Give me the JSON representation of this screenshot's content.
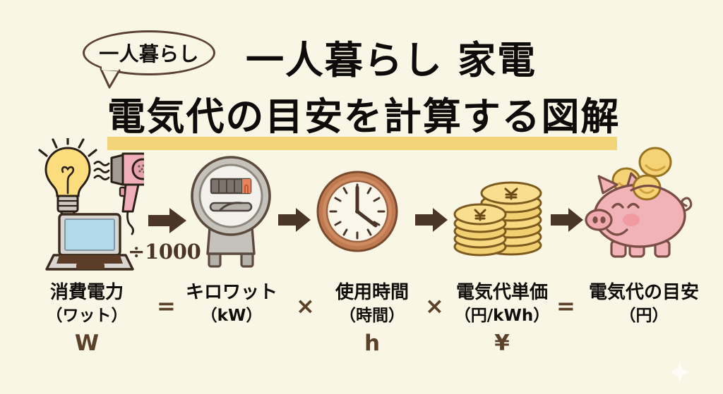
{
  "meta": {
    "background_color": "#faf6e6",
    "ink_color": "#100e0b",
    "accent_brown": "#5b4128",
    "arrow_color": "#4b3526",
    "highlight_color": "#f2d479"
  },
  "title": {
    "badge": "一人暮らし",
    "line1": "一人暮らし 家電",
    "line2": "電気代の目安を計算する図解"
  },
  "flow": {
    "divide_label": "÷1000",
    "icons": [
      {
        "name": "appliances-group",
        "label": "電球・ドライヤー・ノートパソコン"
      },
      {
        "name": "electricity-meter",
        "label": "電力メーター"
      },
      {
        "name": "wall-clock",
        "label": "時計"
      },
      {
        "name": "coin-stacks",
        "label": "コイン"
      },
      {
        "name": "piggy-bank",
        "label": "貯金箱"
      }
    ]
  },
  "formula": {
    "terms": [
      {
        "main": "消費電力",
        "sub": "（ワット）",
        "unit": "W"
      },
      {
        "main": "キロワット",
        "sub": "（kW）",
        "unit": ""
      },
      {
        "main": "使用時間",
        "sub": "（時間）",
        "unit": "h"
      },
      {
        "main": "電気代単価",
        "sub": "（円/kWh）",
        "unit": "¥"
      },
      {
        "main": "電気代の目安",
        "sub": "（円）",
        "unit": ""
      }
    ],
    "operators": [
      "=",
      "×",
      "×",
      "="
    ]
  },
  "chart_data": {
    "type": "diagram",
    "title": "一人暮らし 家電 電気代の目安を計算する図解",
    "formula_expression": "消費電力(W) ÷ 1000 = キロワット(kW) × 使用時間(h) × 電気代単価(円/kWh) = 電気代の目安(円)",
    "steps": [
      {
        "index": 1,
        "icon": "appliances",
        "label": "消費電力",
        "paren": "（ワット）",
        "symbol": "W",
        "operator_before": ""
      },
      {
        "index": 2,
        "icon": "electricity-meter",
        "label": "キロワット",
        "paren": "（kW）",
        "symbol": "kW",
        "operator_before": "="
      },
      {
        "index": 3,
        "icon": "clock",
        "label": "使用時間",
        "paren": "（時間）",
        "symbol": "h",
        "operator_before": "×"
      },
      {
        "index": 4,
        "icon": "coins",
        "label": "電気代単価",
        "paren": "（円/kWh）",
        "symbol": "¥",
        "operator_before": "×"
      },
      {
        "index": 5,
        "icon": "piggy-bank",
        "label": "電気代の目安",
        "paren": "（円）",
        "symbol": "円",
        "operator_before": "="
      }
    ],
    "divisor": 1000,
    "divisor_label": "÷1000"
  }
}
